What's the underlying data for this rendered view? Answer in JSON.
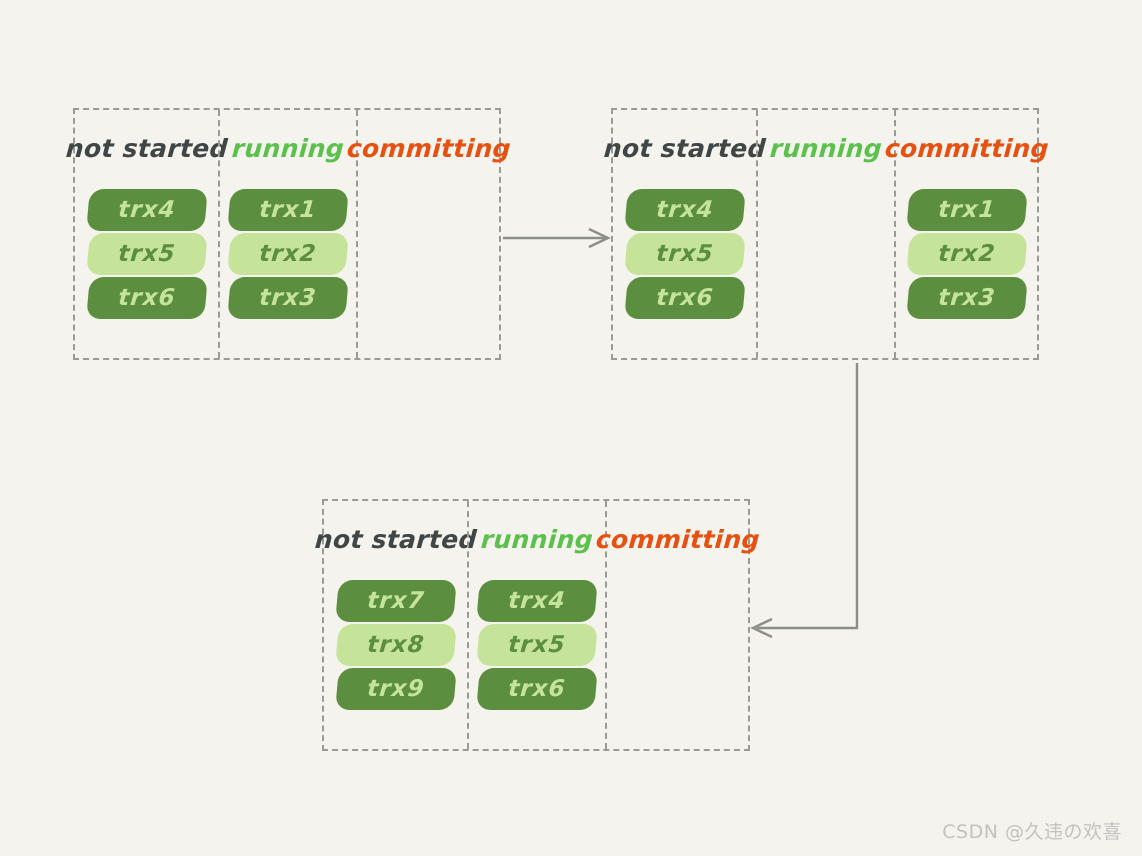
{
  "background_color": "#f4f3ee",
  "colors": {
    "panel_border": "#9b9b96",
    "title_not_started": "#3f4645",
    "title_running": "#5cc04c",
    "title_committing": "#e8500f",
    "trx_dark_bg": "#5b8f3f",
    "trx_dark_text": "#c5e49a",
    "trx_light_bg": "#c5e49a",
    "trx_light_text": "#5b8f3f",
    "arrow": "#8e8e89",
    "watermark": "#c3c2bd"
  },
  "column_titles": {
    "not_started": "not started",
    "running": "running",
    "committing": "committing"
  },
  "panels": [
    {
      "id": "panel-state-1",
      "columns": [
        {
          "key": "not_started",
          "title": "not started",
          "transactions": [
            {
              "label": "trx4",
              "shade": "dark"
            },
            {
              "label": "trx5",
              "shade": "light"
            },
            {
              "label": "trx6",
              "shade": "dark"
            }
          ]
        },
        {
          "key": "running",
          "title": "running",
          "transactions": [
            {
              "label": "trx1",
              "shade": "dark"
            },
            {
              "label": "trx2",
              "shade": "light"
            },
            {
              "label": "trx3",
              "shade": "dark"
            }
          ]
        },
        {
          "key": "committing",
          "title": "committing",
          "transactions": []
        }
      ]
    },
    {
      "id": "panel-state-2",
      "columns": [
        {
          "key": "not_started",
          "title": "not started",
          "transactions": [
            {
              "label": "trx4",
              "shade": "dark"
            },
            {
              "label": "trx5",
              "shade": "light"
            },
            {
              "label": "trx6",
              "shade": "dark"
            }
          ]
        },
        {
          "key": "running",
          "title": "running",
          "transactions": []
        },
        {
          "key": "committing",
          "title": "committing",
          "transactions": [
            {
              "label": "trx1",
              "shade": "dark"
            },
            {
              "label": "trx2",
              "shade": "light"
            },
            {
              "label": "trx3",
              "shade": "dark"
            }
          ]
        }
      ]
    },
    {
      "id": "panel-state-3",
      "columns": [
        {
          "key": "not_started",
          "title": "not started",
          "transactions": [
            {
              "label": "trx7",
              "shade": "dark"
            },
            {
              "label": "trx8",
              "shade": "light"
            },
            {
              "label": "trx9",
              "shade": "dark"
            }
          ]
        },
        {
          "key": "running",
          "title": "running",
          "transactions": [
            {
              "label": "trx4",
              "shade": "dark"
            },
            {
              "label": "trx5",
              "shade": "light"
            },
            {
              "label": "trx6",
              "shade": "dark"
            }
          ]
        },
        {
          "key": "committing",
          "title": "committing",
          "transactions": []
        }
      ]
    }
  ],
  "arrows": [
    {
      "id": "arrow-panel1-to-panel2",
      "direction": "right"
    },
    {
      "id": "arrow-panel2-to-panel3",
      "direction": "left-elbow"
    }
  ],
  "watermark": {
    "text": "CSDN @久违の欢喜"
  }
}
